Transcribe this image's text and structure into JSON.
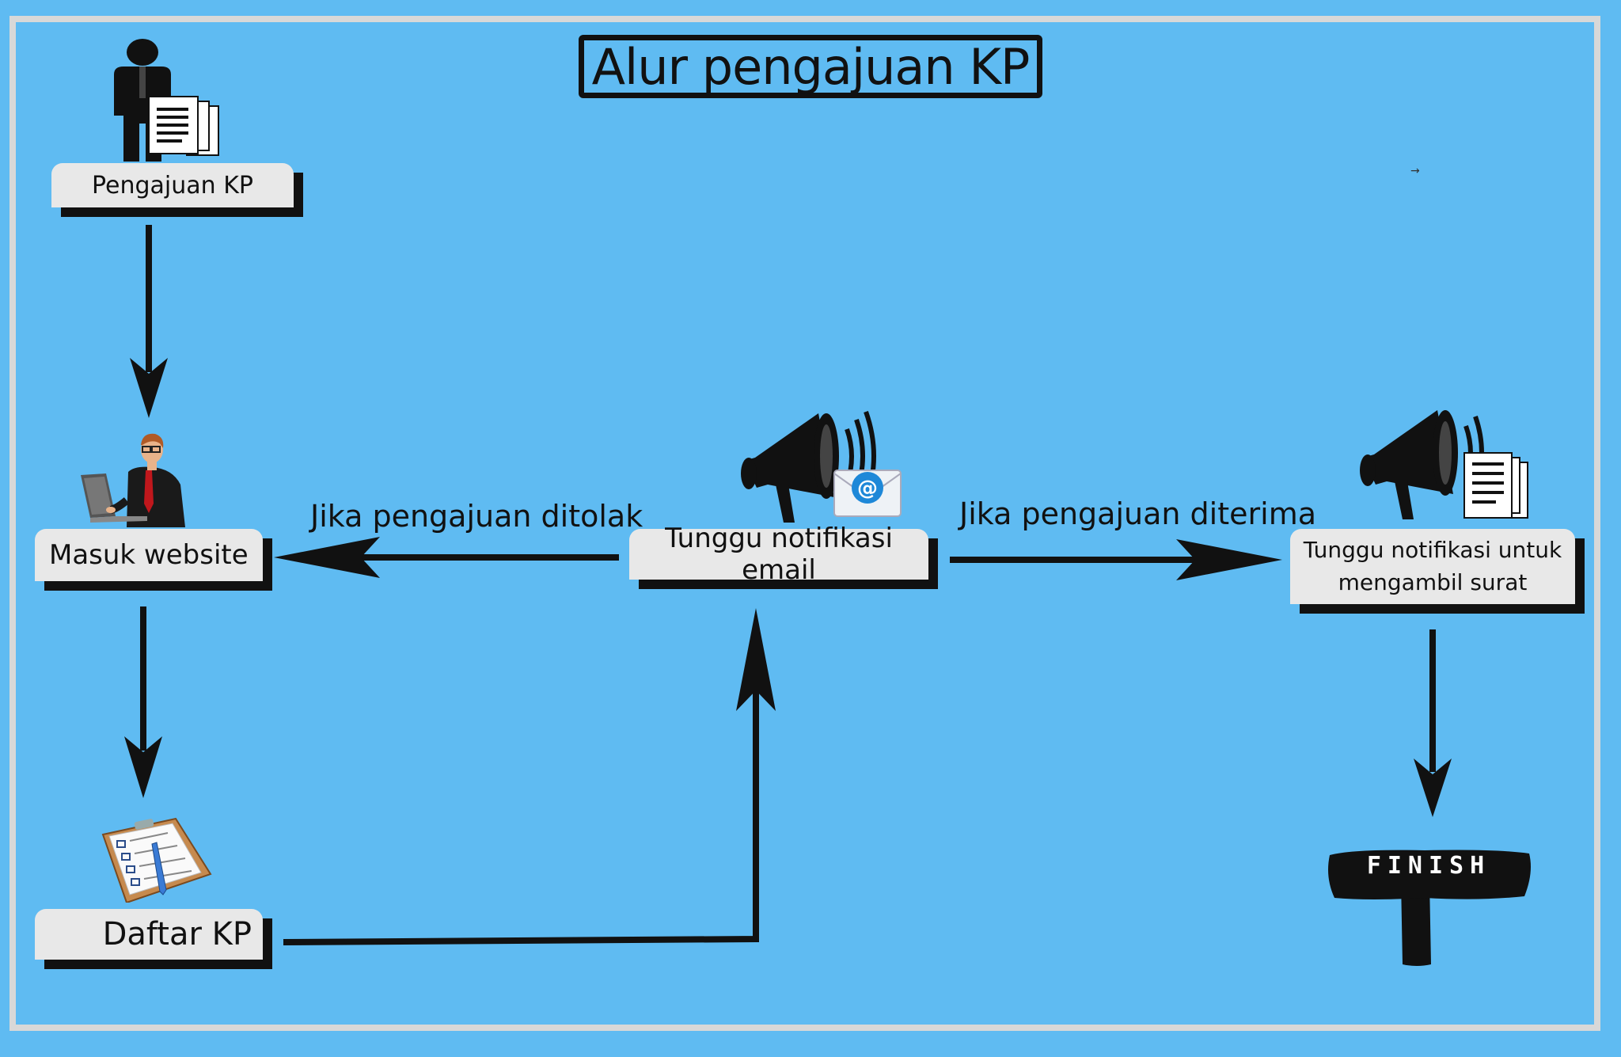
{
  "diagram": {
    "title": "Alur pengajuan KP",
    "nodes": {
      "pengajuan": "Pengajuan KP",
      "masuk": "Masuk website",
      "daftar": "Daftar KP",
      "tunggu_email": "Tunggu notifikasi email",
      "tunggu_surat_line1": "Tunggu notifikasi untuk",
      "tunggu_surat_line2": "mengambil surat",
      "finish": "FINISH"
    },
    "edges": {
      "ditolak": "Jika pengajuan ditolak",
      "diterima": "Jika pengajuan diterima"
    },
    "stray_mark": "→"
  },
  "colors": {
    "background": "#5fbbf2",
    "box": "#e8e8e8",
    "arrow": "#111111",
    "frame": "#d8d8d8"
  },
  "icons": {
    "pengajuan": "businessman-documents-icon",
    "masuk": "man-laptop-icon",
    "daftar": "clipboard-checklist-icon",
    "tunggu_email": "megaphone-email-icon",
    "tunggu_surat": "megaphone-documents-icon",
    "finish": "finish-signpost-icon"
  }
}
